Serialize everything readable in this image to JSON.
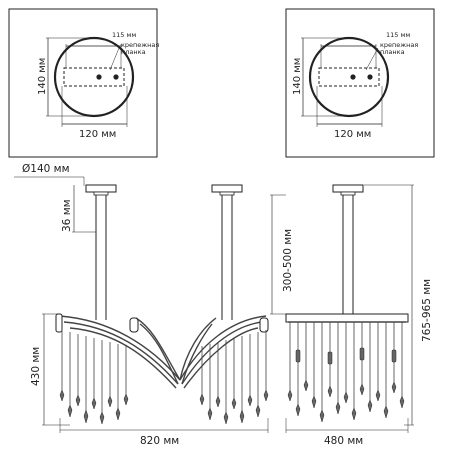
{
  "detail_left": {
    "hole_spacing": "115 мм",
    "plate_label_1": "крепежная",
    "plate_label_2": "планка",
    "height": "140 мм",
    "width": "120 мм"
  },
  "detail_right": {
    "hole_spacing": "115 мм",
    "plate_label_1": "крепежная",
    "plate_label_2": "планка",
    "height": "140 мм",
    "width": "120 мм"
  },
  "front_view": {
    "canopy_diameter": "Ø140 мм",
    "canopy_height": "36 мм",
    "body_height": "430 мм",
    "width": "820 мм"
  },
  "side_view": {
    "rod_length": "300-500 мм",
    "total_height": "765-965 мм",
    "width": "480 мм"
  },
  "colors": {
    "line": "#222222",
    "frame": "#555555",
    "crystal": "#444444"
  }
}
